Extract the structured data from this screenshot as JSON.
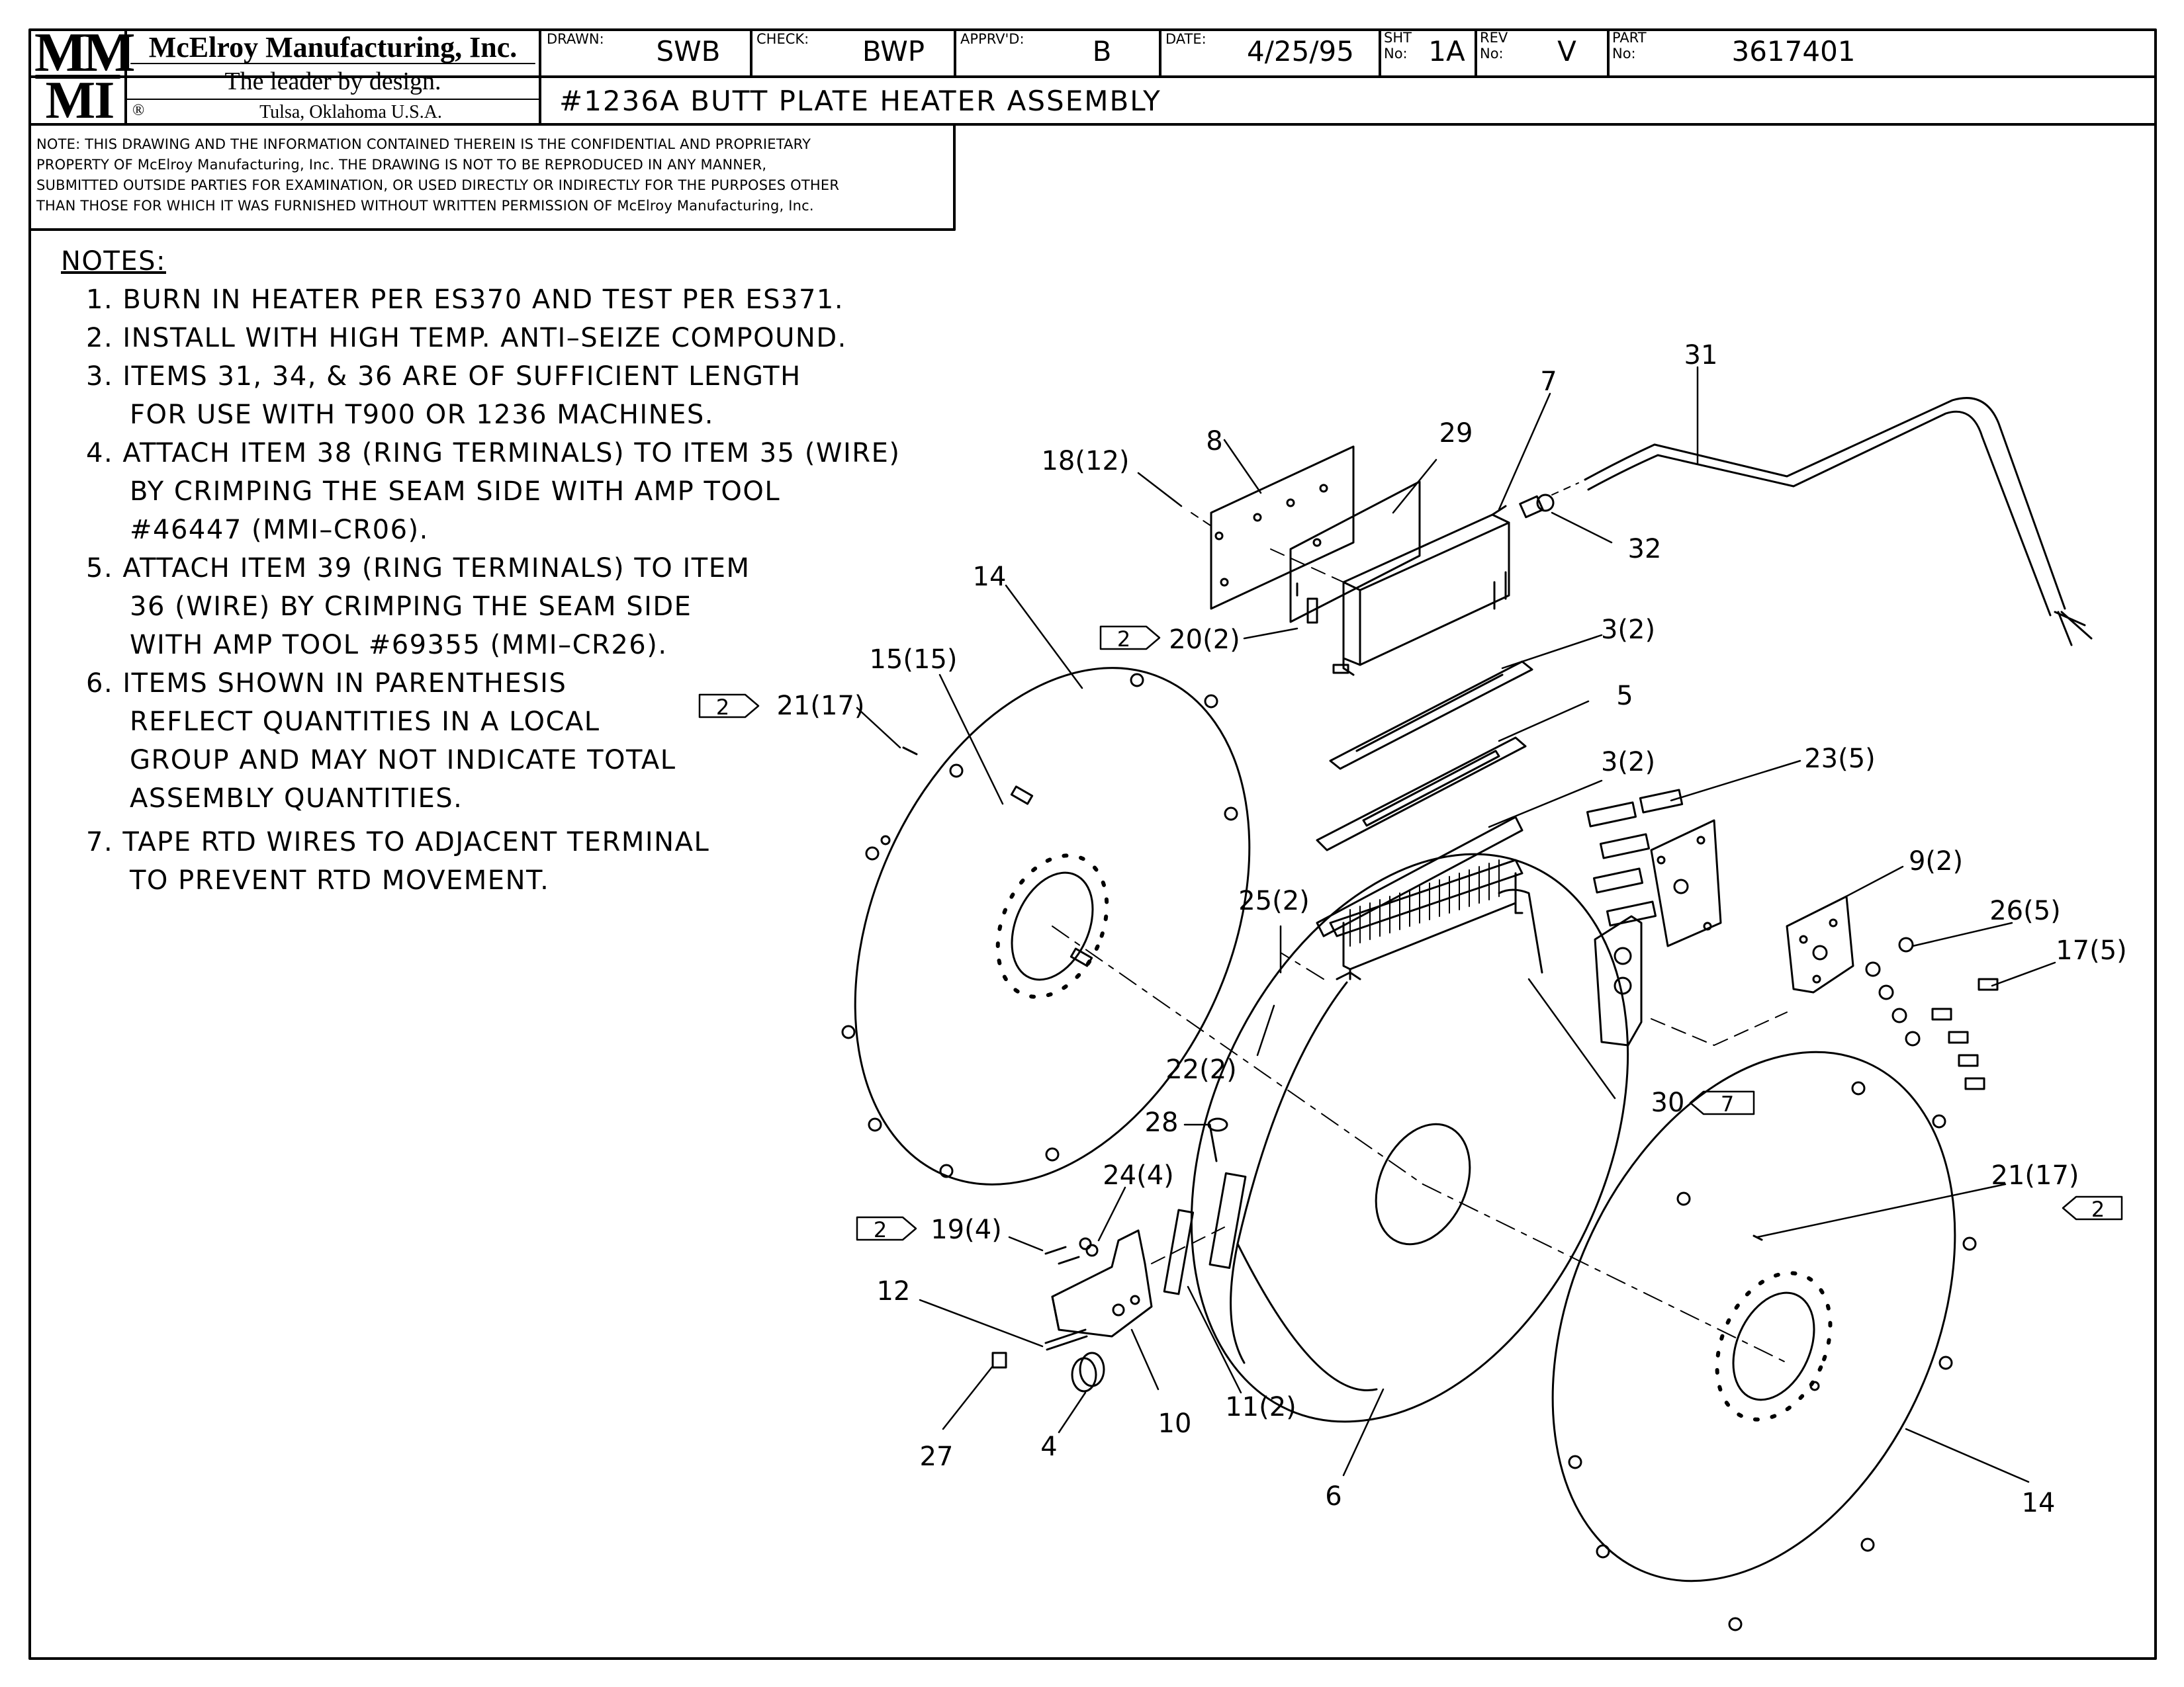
{
  "title_block": {
    "company": "McElroy Manufacturing, Inc.",
    "slogan": "The leader by design.",
    "registered": "®",
    "location": "Tulsa, Oklahoma U.S.A.",
    "logo_letters": [
      "M",
      "M",
      "M",
      "I"
    ],
    "drawn_label": "DRAWN:",
    "drawn_value": "SWB",
    "check_label": "CHECK:",
    "check_value": "BWP",
    "apprvd_label": "APPRV'D:",
    "apprvd_value": "B",
    "date_label": "DATE:",
    "date_value": "4/25/95",
    "sht_label_1": "SHT",
    "sht_label_2": "No:",
    "sht_value": "1A",
    "rev_label_1": "REV",
    "rev_label_2": "No:",
    "rev_value": "V",
    "part_label_1": "PART",
    "part_label_2": "No:",
    "part_value": "3617401",
    "drawing_title": "#1236A BUTT PLATE HEATER ASSEMBLY"
  },
  "confidential": [
    "NOTE: THIS DRAWING AND THE INFORMATION CONTAINED THEREIN IS THE CONFIDENTIAL AND PROPRIETARY",
    "PROPERTY OF McElroy Manufacturing, Inc. THE DRAWING IS NOT TO BE REPRODUCED IN ANY MANNER,",
    "SUBMITTED OUTSIDE PARTIES FOR EXAMINATION, OR USED DIRECTLY OR INDIRECTLY FOR THE PURPOSES OTHER",
    "THAN THOSE FOR WHICH IT WAS FURNISHED WITHOUT WRITTEN PERMISSION OF McElroy Manufacturing, Inc."
  ],
  "notes": {
    "heading": "NOTES:",
    "lines": [
      "1. BURN IN HEATER PER ES370 AND TEST PER ES371.",
      "2. INSTALL WITH HIGH TEMP. ANTI–SEIZE COMPOUND.",
      "3. ITEMS 31, 34, & 36 ARE OF SUFFICIENT LENGTH",
      "FOR USE WITH T900 OR 1236 MACHINES.",
      "4. ATTACH ITEM 38 (RING TERMINALS) TO ITEM 35 (WIRE)",
      "BY CRIMPING THE SEAM SIDE WITH AMP TOOL",
      "#46447 (MMI–CR06).",
      "5. ATTACH ITEM 39 (RING TERMINALS) TO ITEM",
      "36 (WIRE) BY CRIMPING THE SEAM SIDE",
      "WITH AMP TOOL #69355 (MMI–CR26).",
      "6. ITEMS SHOWN IN PARENTHESIS",
      "REFLECT QUANTITIES IN A LOCAL",
      "GROUP AND MAY NOT INDICATE TOTAL",
      "ASSEMBLY QUANTITIES.",
      "7. TAPE RTD WIRES TO ADJACENT TERMINAL",
      "TO PREVENT RTD MOVEMENT."
    ]
  },
  "callouts": {
    "c31": "31",
    "c7": "7",
    "c29": "29",
    "c8": "8",
    "c18": "18(12)",
    "c32": "32",
    "c14a": "14",
    "c20": "20(2)",
    "c3a": "3(2)",
    "c15": "15(15)",
    "c21a": "21(17)",
    "c5": "5",
    "c3b": "3(2)",
    "c23": "23(5)",
    "c9": "9(2)",
    "c25": "25(2)",
    "c26": "26(5)",
    "c17": "17(5)",
    "c22": "22(2)",
    "c30": "30",
    "c28": "28",
    "c24": "24(4)",
    "c21b": "21(17)",
    "c19": "19(4)",
    "c12": "12",
    "c10": "10",
    "c11": "11(2)",
    "c27": "27",
    "c4": "4",
    "c6": "6",
    "c14b": "14"
  },
  "flags": {
    "note2_a": "2",
    "note2_b": "2",
    "note2_c": "2",
    "note2_d": "2",
    "note7": "7"
  }
}
